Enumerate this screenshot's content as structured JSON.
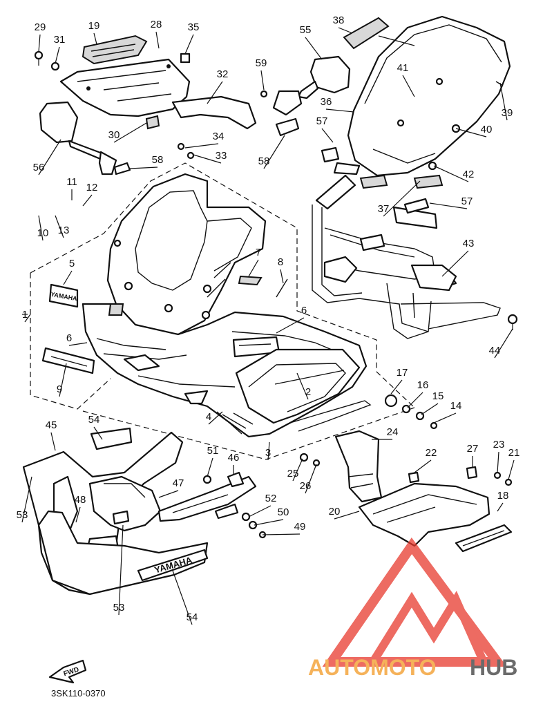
{
  "diagram_code": "3SK110-0370",
  "fwd_label": "FWD",
  "brand_marks": [
    "YAMAHA",
    "YAMAHA"
  ],
  "watermark": {
    "text_a": "AUTOMOTO",
    "text_b": "HUB",
    "color_a": "#f5b25a",
    "color_b": "#6b6b6b",
    "logo_color": "#e83a2e"
  },
  "callouts": [
    {
      "label": "29"
    },
    {
      "label": "31"
    },
    {
      "label": "19"
    },
    {
      "label": "28"
    },
    {
      "label": "35"
    },
    {
      "label": "55"
    },
    {
      "label": "38"
    },
    {
      "label": "59"
    },
    {
      "label": "32"
    },
    {
      "label": "41"
    },
    {
      "label": "36"
    },
    {
      "label": "39"
    },
    {
      "label": "40"
    },
    {
      "label": "57"
    },
    {
      "label": "30"
    },
    {
      "label": "34"
    },
    {
      "label": "33"
    },
    {
      "label": "56"
    },
    {
      "label": "58"
    },
    {
      "label": "58"
    },
    {
      "label": "42"
    },
    {
      "label": "37"
    },
    {
      "label": "57"
    },
    {
      "label": "11"
    },
    {
      "label": "12"
    },
    {
      "label": "10"
    },
    {
      "label": "13"
    },
    {
      "label": "43"
    },
    {
      "label": "5"
    },
    {
      "label": "7"
    },
    {
      "label": "8"
    },
    {
      "label": "1"
    },
    {
      "label": "44"
    },
    {
      "label": "6"
    },
    {
      "label": "6"
    },
    {
      "label": "9"
    },
    {
      "label": "2"
    },
    {
      "label": "17"
    },
    {
      "label": "16"
    },
    {
      "label": "15"
    },
    {
      "label": "14"
    },
    {
      "label": "4"
    },
    {
      "label": "45"
    },
    {
      "label": "54"
    },
    {
      "label": "24"
    },
    {
      "label": "3"
    },
    {
      "label": "27"
    },
    {
      "label": "23"
    },
    {
      "label": "21"
    },
    {
      "label": "22"
    },
    {
      "label": "51"
    },
    {
      "label": "46"
    },
    {
      "label": "25"
    },
    {
      "label": "26"
    },
    {
      "label": "47"
    },
    {
      "label": "18"
    },
    {
      "label": "48"
    },
    {
      "label": "52"
    },
    {
      "label": "50"
    },
    {
      "label": "20"
    },
    {
      "label": "53"
    },
    {
      "label": "49"
    },
    {
      "label": "53"
    },
    {
      "label": "54"
    }
  ]
}
